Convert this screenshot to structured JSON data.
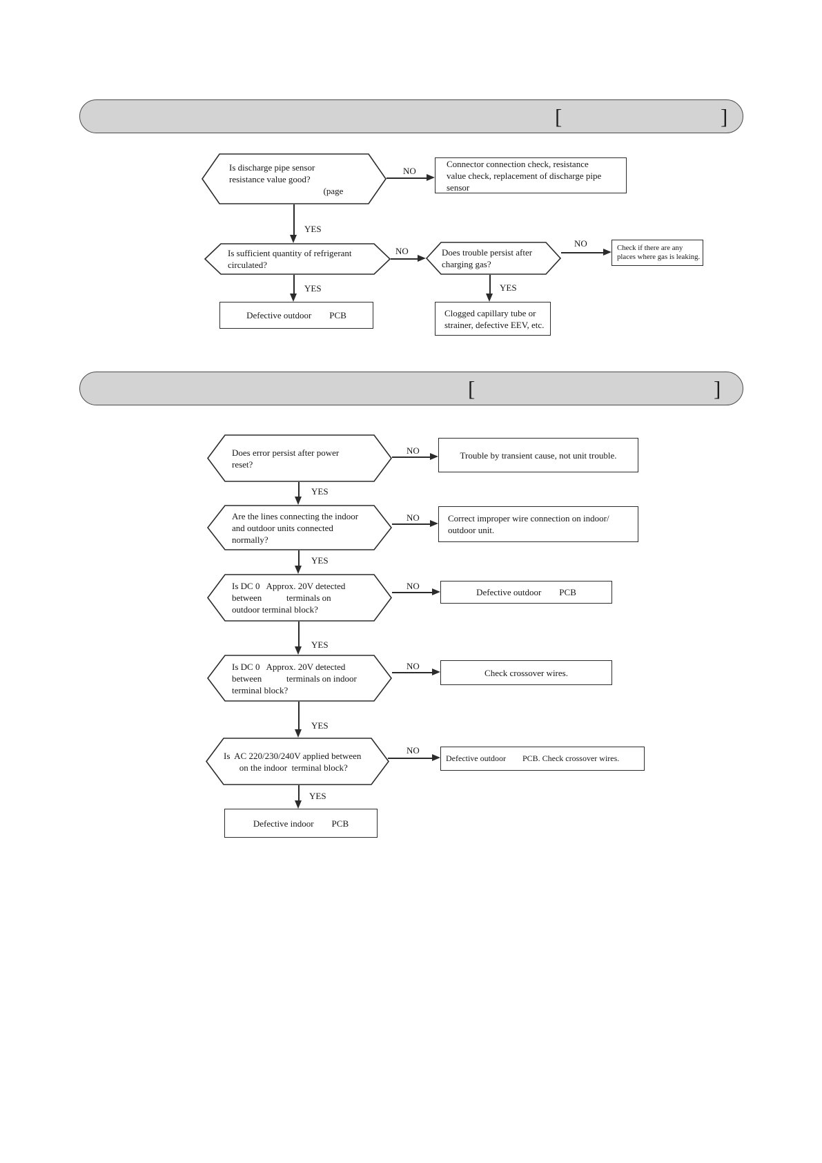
{
  "labels": {
    "yes": "YES",
    "no": "NO"
  },
  "section1": {
    "header": {
      "bracket_open": "[",
      "bracket_close": "]"
    },
    "decisions": {
      "discharge_sensor": "Is discharge pipe sensor\nresistance value good?\n                                          (page",
      "refrigerant": "Is sufficient quantity of refrigerant\ncirculated?",
      "charging": "Does trouble persist after\ncharging gas?"
    },
    "actions": {
      "connector_check": "Connector connection check, resistance\nvalue check, replacement of discharge pipe\nsensor",
      "gas_leak": "Check if there are any\nplaces where gas is leaking.",
      "defective_outdoor_pcb": "Defective outdoor        PCB",
      "clogged_capillary": "Clogged capillary tube or\nstrainer, defective EEV, etc."
    }
  },
  "section2": {
    "header": {
      "bracket_open": "[",
      "bracket_close": "]"
    },
    "decisions": {
      "power_reset": "Does error persist after power\nreset?",
      "lines_connected": "Are the lines connecting the indoor\nand outdoor units connected\nnormally?",
      "dc20v_outdoor": "Is DC 0   Approx. 20V detected\nbetween           terminals on\noutdoor terminal block?",
      "dc20v_indoor": "Is DC 0   Approx. 20V detected\nbetween           terminals on indoor\nterminal block?",
      "ac_voltage": "Is  AC 220/230/240V applied between\n       on the indoor  terminal block?"
    },
    "actions": {
      "transient_cause": "Trouble by transient cause, not unit trouble.",
      "correct_wiring": "Correct improper wire connection on indoor/\noutdoor unit.",
      "defective_outdoor_pcb": "Defective outdoor        PCB",
      "check_crossover": "Check crossover wires.",
      "defective_outdoor_pcb_crossover": "Defective outdoor        PCB. Check crossover wires.",
      "defective_indoor_pcb": "Defective indoor        PCB"
    }
  }
}
